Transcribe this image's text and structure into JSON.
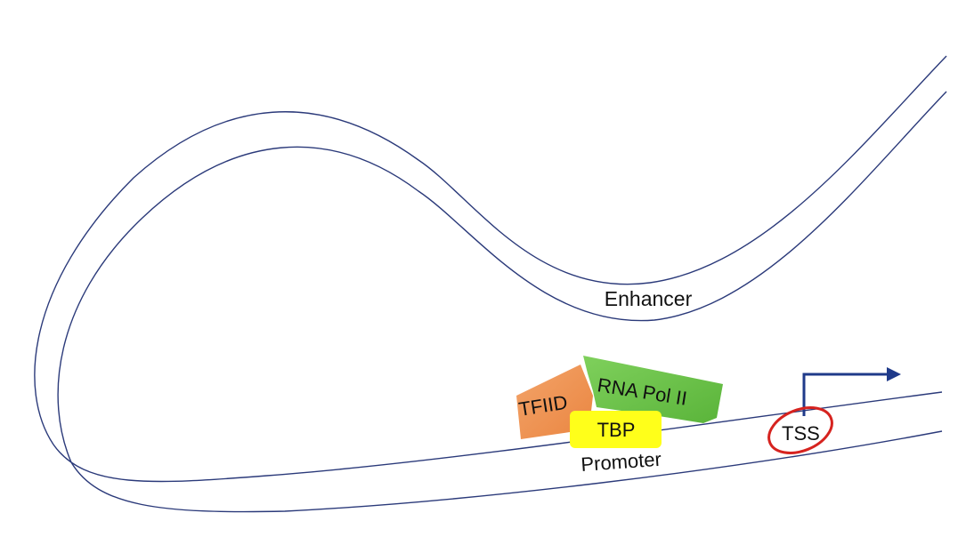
{
  "labels": {
    "enhancer": "Enhancer",
    "promoter": "Promoter",
    "tfiid": "TFIID",
    "rna_pol_ii": "RNA Pol II",
    "tbp": "TBP",
    "tss": "TSS"
  },
  "colors": {
    "dna_strand": "#2b3a7a",
    "tfiid_fill": "#f0964f",
    "rna_pol_fill": "#6cc24a",
    "tbp_fill": "#ffff1a",
    "tss_circle": "#d6231f",
    "tss_arrow": "#1f3a8a",
    "text": "#111111"
  },
  "icons": {
    "tss_arrow": "transcription-direction-arrow",
    "tss_marker": "red-circle-marker"
  }
}
